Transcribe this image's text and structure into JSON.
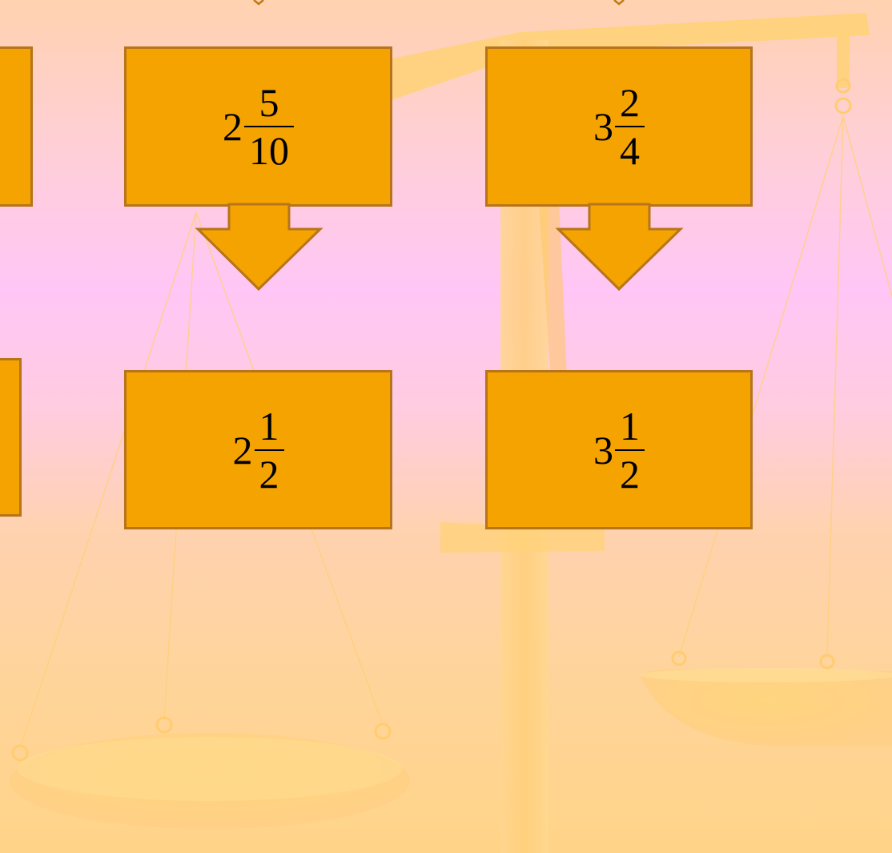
{
  "background": {
    "gradient_colors": [
      "#ffd2b0",
      "#ffcfd8",
      "#ffc6f6",
      "#ffcce0",
      "#ffd2b0",
      "#ffd488"
    ],
    "decoration": "balance-scale-illustration"
  },
  "colors": {
    "card_fill": "#f5a300",
    "card_border": "#b7741a",
    "scale_color": "#ffd27a"
  },
  "cards": [
    {
      "whole": "2",
      "numerator": "5",
      "denominator": "10"
    },
    {
      "whole": "3",
      "numerator": "2",
      "denominator": "4"
    },
    {
      "whole": "2",
      "numerator": "1",
      "denominator": "2"
    },
    {
      "whole": "3",
      "numerator": "1",
      "denominator": "2"
    }
  ],
  "arrows": [
    {
      "icon": "down-arrow-icon"
    },
    {
      "icon": "down-arrow-icon"
    }
  ]
}
